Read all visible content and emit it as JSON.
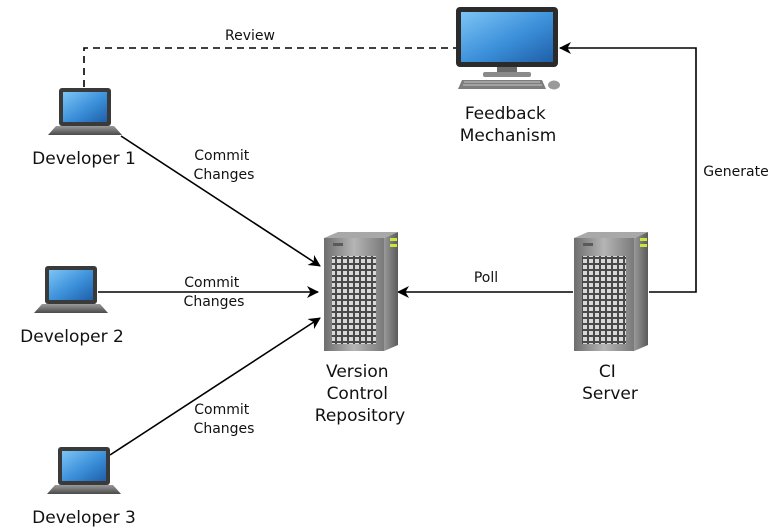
{
  "nodes": {
    "developer_1": {
      "label": "Developer 1",
      "icon": "laptop-icon"
    },
    "developer_2": {
      "label": "Developer 2",
      "icon": "laptop-icon"
    },
    "developer_3": {
      "label": "Developer 3",
      "icon": "laptop-icon"
    },
    "feedback": {
      "label_lines": [
        "Feedback",
        "Mechanism"
      ],
      "icon": "desktop-monitor-icon"
    },
    "vcs": {
      "label_lines": [
        "Version",
        "Control",
        "Repository"
      ],
      "icon": "server-tower-icon"
    },
    "ci": {
      "label_lines": [
        "CI",
        "Server"
      ],
      "icon": "server-tower-icon"
    }
  },
  "edges": {
    "review": {
      "label": "Review",
      "from": "Developer 1",
      "to": "Feedback Mechanism",
      "style": "dashed"
    },
    "commit_1": {
      "label_lines": [
        "Commit",
        "Changes"
      ],
      "from": "Developer 1",
      "to": "Version Control Repository",
      "style": "solid"
    },
    "commit_2": {
      "label_lines": [
        "Commit",
        "Changes"
      ],
      "from": "Developer 2",
      "to": "Version Control Repository",
      "style": "solid"
    },
    "commit_3": {
      "label_lines": [
        "Commit",
        "Changes"
      ],
      "from": "Developer 3",
      "to": "Version Control Repository",
      "style": "solid"
    },
    "poll": {
      "label": "Poll",
      "from": "CI Server",
      "to": "Version Control Repository",
      "style": "solid"
    },
    "generate": {
      "label": "Generate",
      "from": "CI Server",
      "to": "Feedback Mechanism",
      "style": "solid"
    }
  },
  "colors": {
    "screen": "#3b8fd9",
    "laptop_body": "#5a5a5a",
    "server_body": "#8c8c8c",
    "server_led": "#c8e63c",
    "line": "#000000"
  }
}
